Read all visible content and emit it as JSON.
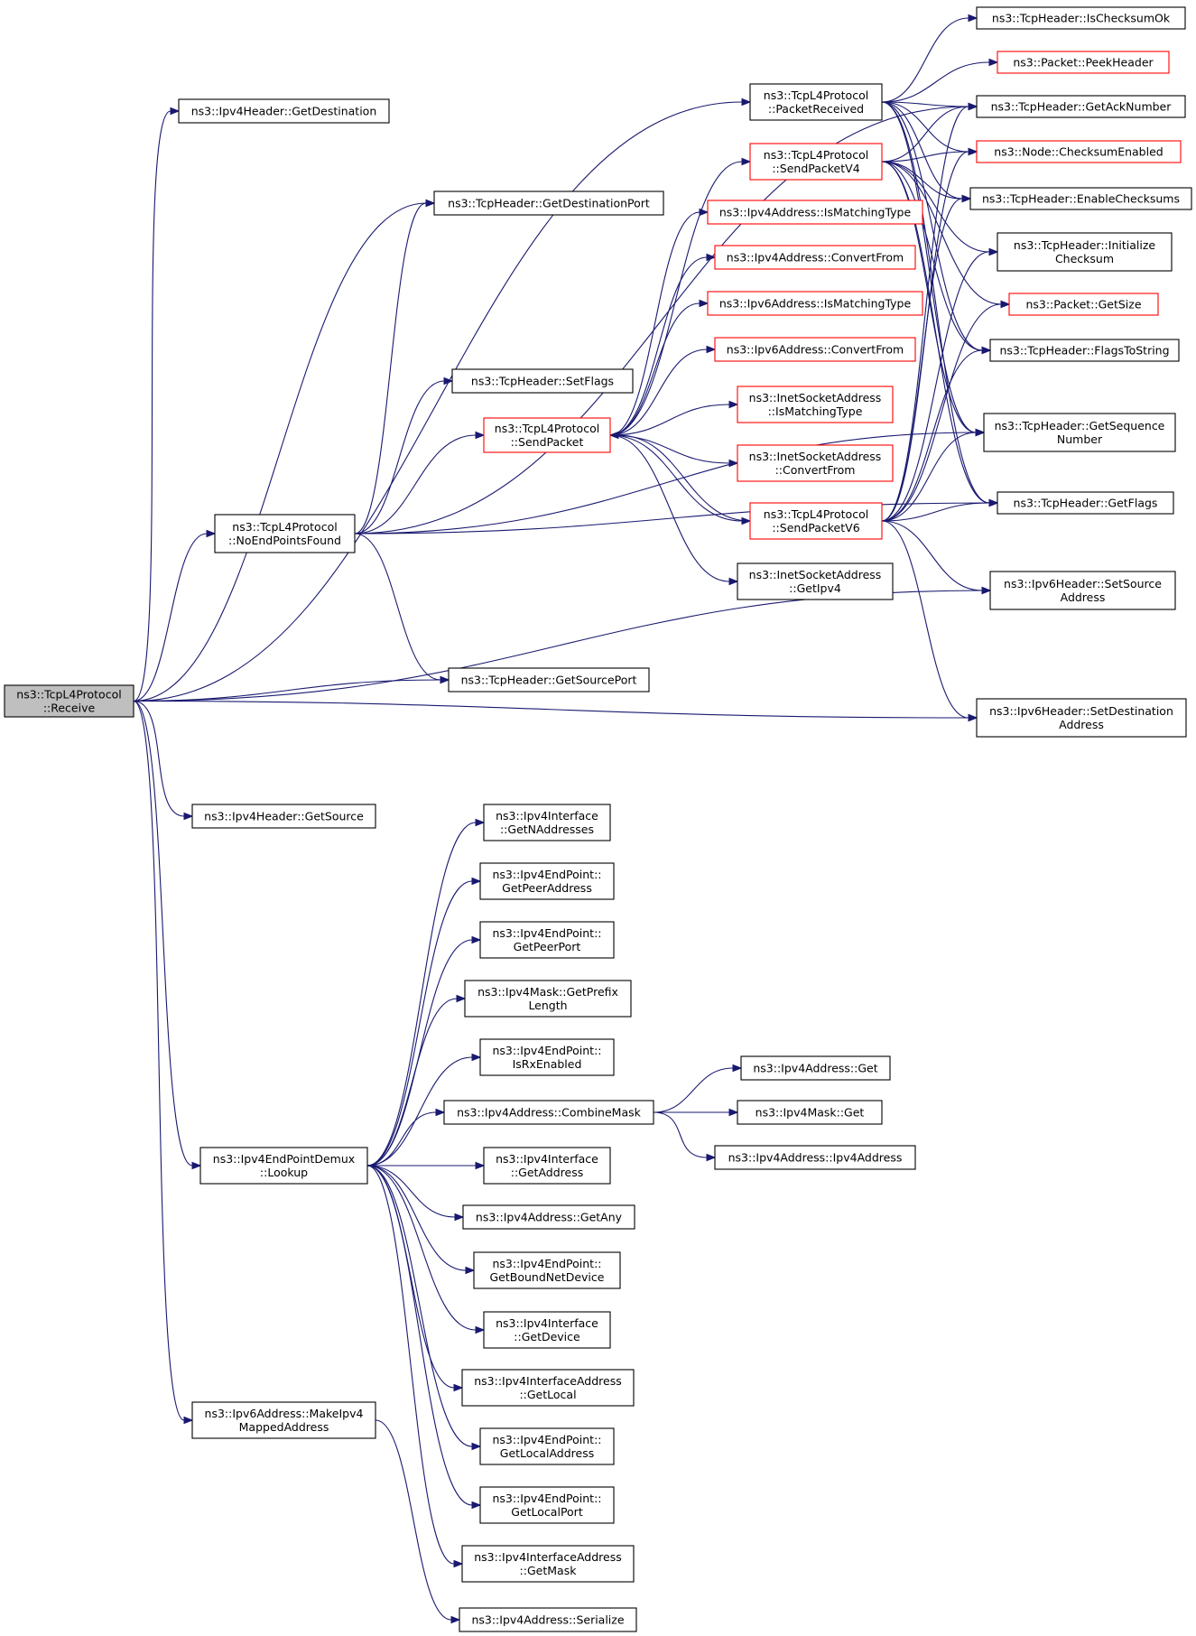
{
  "graph": {
    "title": "ns3::TcpL4Protocol::Receive call graph",
    "colors": {
      "edge": "#191970",
      "node_border": "#000000",
      "node_border_truncated": "#ff0000",
      "node_fill": "#ffffff",
      "root_fill": "#bfbfbf"
    },
    "nodes": [
      {
        "id": "receive",
        "label": [
          "ns3::TcpL4Protocol",
          "::Receive"
        ],
        "style": "root"
      },
      {
        "id": "ipv4h_getdest",
        "label": [
          "ns3::Ipv4Header::GetDestination"
        ],
        "style": "normal"
      },
      {
        "id": "tcph_getdestport",
        "label": [
          "ns3::TcpHeader::GetDestinationPort"
        ],
        "style": "normal"
      },
      {
        "id": "tcph_setflags",
        "label": [
          "ns3::TcpHeader::SetFlags"
        ],
        "style": "normal"
      },
      {
        "id": "noendpointsfound",
        "label": [
          "ns3::TcpL4Protocol",
          "::NoEndPointsFound"
        ],
        "style": "normal"
      },
      {
        "id": "tcph_getsrcport",
        "label": [
          "ns3::TcpHeader::GetSourcePort"
        ],
        "style": "normal"
      },
      {
        "id": "ipv4h_getsource",
        "label": [
          "ns3::Ipv4Header::GetSource"
        ],
        "style": "normal"
      },
      {
        "id": "lookup",
        "label": [
          "ns3::Ipv4EndPointDemux",
          "::Lookup"
        ],
        "style": "normal"
      },
      {
        "id": "makeipv4mapped",
        "label": [
          "ns3::Ipv6Address::MakeIpv4",
          "MappedAddress"
        ],
        "style": "normal"
      },
      {
        "id": "packetreceived",
        "label": [
          "ns3::TcpL4Protocol",
          "::PacketReceived"
        ],
        "style": "normal"
      },
      {
        "id": "sendpacketv4",
        "label": [
          "ns3::TcpL4Protocol",
          "::SendPacketV4"
        ],
        "style": "truncated"
      },
      {
        "id": "ipv4a_ismatching",
        "label": [
          "ns3::Ipv4Address::IsMatchingType"
        ],
        "style": "truncated"
      },
      {
        "id": "ipv4a_convertfrom",
        "label": [
          "ns3::Ipv4Address::ConvertFrom"
        ],
        "style": "truncated"
      },
      {
        "id": "ipv6a_ismatching",
        "label": [
          "ns3::Ipv6Address::IsMatchingType"
        ],
        "style": "truncated"
      },
      {
        "id": "ipv6a_convertfrom",
        "label": [
          "ns3::Ipv6Address::ConvertFrom"
        ],
        "style": "truncated"
      },
      {
        "id": "sendpacket",
        "label": [
          "ns3::TcpL4Protocol",
          "::SendPacket"
        ],
        "style": "truncated"
      },
      {
        "id": "inetsock_ismatching",
        "label": [
          "ns3::InetSocketAddress",
          "::IsMatchingType"
        ],
        "style": "truncated"
      },
      {
        "id": "inetsock_convertfrom",
        "label": [
          "ns3::InetSocketAddress",
          "::ConvertFrom"
        ],
        "style": "truncated"
      },
      {
        "id": "sendpacketv6",
        "label": [
          "ns3::TcpL4Protocol",
          "::SendPacketV6"
        ],
        "style": "truncated"
      },
      {
        "id": "inetsock_getipv4",
        "label": [
          "ns3::InetSocketAddress",
          "::GetIpv4"
        ],
        "style": "normal"
      },
      {
        "id": "tcph_ischecksumok",
        "label": [
          "ns3::TcpHeader::IsChecksumOk"
        ],
        "style": "normal"
      },
      {
        "id": "packet_peekheader",
        "label": [
          "ns3::Packet::PeekHeader"
        ],
        "style": "truncated"
      },
      {
        "id": "tcph_getacknumber",
        "label": [
          "ns3::TcpHeader::GetAckNumber"
        ],
        "style": "normal"
      },
      {
        "id": "node_checksumenabled",
        "label": [
          "ns3::Node::ChecksumEnabled"
        ],
        "style": "truncated"
      },
      {
        "id": "tcph_enablechecksums",
        "label": [
          "ns3::TcpHeader::EnableChecksums"
        ],
        "style": "normal"
      },
      {
        "id": "tcph_initchecksum",
        "label": [
          "ns3::TcpHeader::Initialize",
          "Checksum"
        ],
        "style": "normal"
      },
      {
        "id": "packet_getsize",
        "label": [
          "ns3::Packet::GetSize"
        ],
        "style": "truncated"
      },
      {
        "id": "tcph_flagstostring",
        "label": [
          "ns3::TcpHeader::FlagsToString"
        ],
        "style": "normal"
      },
      {
        "id": "tcph_getseqnumber",
        "label": [
          "ns3::TcpHeader::GetSequence",
          "Number"
        ],
        "style": "normal"
      },
      {
        "id": "tcph_getflags",
        "label": [
          "ns3::TcpHeader::GetFlags"
        ],
        "style": "normal"
      },
      {
        "id": "ipv6h_setsource",
        "label": [
          "ns3::Ipv6Header::SetSource",
          "Address"
        ],
        "style": "normal"
      },
      {
        "id": "ipv6h_setdest",
        "label": [
          "ns3::Ipv6Header::SetDestination",
          "Address"
        ],
        "style": "normal"
      },
      {
        "id": "ipv4if_getnaddresses",
        "label": [
          "ns3::Ipv4Interface",
          "::GetNAddresses"
        ],
        "style": "normal"
      },
      {
        "id": "ipv4ep_getpeeraddress",
        "label": [
          "ns3::Ipv4EndPoint::",
          "GetPeerAddress"
        ],
        "style": "normal"
      },
      {
        "id": "ipv4ep_getpeerport",
        "label": [
          "ns3::Ipv4EndPoint::",
          "GetPeerPort"
        ],
        "style": "normal"
      },
      {
        "id": "ipv4mask_getprefixlength",
        "label": [
          "ns3::Ipv4Mask::GetPrefix",
          "Length"
        ],
        "style": "normal"
      },
      {
        "id": "ipv4ep_isrxenabled",
        "label": [
          "ns3::Ipv4EndPoint::",
          "IsRxEnabled"
        ],
        "style": "normal"
      },
      {
        "id": "ipv4a_combinemask",
        "label": [
          "ns3::Ipv4Address::CombineMask"
        ],
        "style": "normal"
      },
      {
        "id": "ipv4if_getaddress",
        "label": [
          "ns3::Ipv4Interface",
          "::GetAddress"
        ],
        "style": "normal"
      },
      {
        "id": "ipv4a_getany",
        "label": [
          "ns3::Ipv4Address::GetAny"
        ],
        "style": "normal"
      },
      {
        "id": "ipv4ep_getboundnetdevice",
        "label": [
          "ns3::Ipv4EndPoint::",
          "GetBoundNetDevice"
        ],
        "style": "normal"
      },
      {
        "id": "ipv4if_getdevice",
        "label": [
          "ns3::Ipv4Interface",
          "::GetDevice"
        ],
        "style": "normal"
      },
      {
        "id": "ipv4ifaddr_getlocal",
        "label": [
          "ns3::Ipv4InterfaceAddress",
          "::GetLocal"
        ],
        "style": "normal"
      },
      {
        "id": "ipv4ep_getlocaladdress",
        "label": [
          "ns3::Ipv4EndPoint::",
          "GetLocalAddress"
        ],
        "style": "normal"
      },
      {
        "id": "ipv4ep_getlocalport",
        "label": [
          "ns3::Ipv4EndPoint::",
          "GetLocalPort"
        ],
        "style": "normal"
      },
      {
        "id": "ipv4ifaddr_getmask",
        "label": [
          "ns3::Ipv4InterfaceAddress",
          "::GetMask"
        ],
        "style": "normal"
      },
      {
        "id": "ipv4a_serialize",
        "label": [
          "ns3::Ipv4Address::Serialize"
        ],
        "style": "normal"
      },
      {
        "id": "ipv4a_get",
        "label": [
          "ns3::Ipv4Address::Get"
        ],
        "style": "normal"
      },
      {
        "id": "ipv4mask_get",
        "label": [
          "ns3::Ipv4Mask::Get"
        ],
        "style": "normal"
      },
      {
        "id": "ipv4a_ipv4address",
        "label": [
          "ns3::Ipv4Address::Ipv4Address"
        ],
        "style": "normal"
      }
    ],
    "edges": [
      [
        "receive",
        "ipv4h_getdest"
      ],
      [
        "receive",
        "packetreceived"
      ],
      [
        "receive",
        "tcph_getdestport"
      ],
      [
        "receive",
        "noendpointsfound"
      ],
      [
        "receive",
        "tcph_getsrcport"
      ],
      [
        "receive",
        "ipv6h_setsource"
      ],
      [
        "receive",
        "ipv6h_setdest"
      ],
      [
        "receive",
        "ipv4h_getsource"
      ],
      [
        "receive",
        "lookup"
      ],
      [
        "receive",
        "makeipv4mapped"
      ],
      [
        "noendpointsfound",
        "tcph_getdestport"
      ],
      [
        "noendpointsfound",
        "tcph_setflags"
      ],
      [
        "noendpointsfound",
        "sendpacket"
      ],
      [
        "noendpointsfound",
        "tcph_getacknumber"
      ],
      [
        "noendpointsfound",
        "tcph_getsrcport"
      ],
      [
        "noendpointsfound",
        "tcph_getseqnumber"
      ],
      [
        "noendpointsfound",
        "tcph_getflags"
      ],
      [
        "packetreceived",
        "tcph_ischecksumok"
      ],
      [
        "packetreceived",
        "packet_peekheader"
      ],
      [
        "packetreceived",
        "tcph_getacknumber"
      ],
      [
        "packetreceived",
        "node_checksumenabled"
      ],
      [
        "packetreceived",
        "tcph_enablechecksums"
      ],
      [
        "packetreceived",
        "tcph_flagstostring"
      ],
      [
        "packetreceived",
        "tcph_getseqnumber"
      ],
      [
        "packetreceived",
        "tcph_getflags"
      ],
      [
        "sendpacket",
        "sendpacketv4"
      ],
      [
        "sendpacket",
        "ipv4a_ismatching"
      ],
      [
        "sendpacket",
        "ipv4a_convertfrom"
      ],
      [
        "sendpacket",
        "ipv6a_ismatching"
      ],
      [
        "sendpacket",
        "ipv6a_convertfrom"
      ],
      [
        "sendpacket",
        "inetsock_ismatching"
      ],
      [
        "sendpacket",
        "inetsock_convertfrom"
      ],
      [
        "sendpacket",
        "sendpacketv6"
      ],
      [
        "sendpacket",
        "inetsock_getipv4"
      ],
      [
        "sendpacketv6",
        "sendpacket"
      ],
      [
        "sendpacketv4",
        "tcph_getacknumber"
      ],
      [
        "sendpacketv4",
        "node_checksumenabled"
      ],
      [
        "sendpacketv4",
        "tcph_enablechecksums"
      ],
      [
        "sendpacketv4",
        "tcph_initchecksum"
      ],
      [
        "sendpacketv4",
        "packet_getsize"
      ],
      [
        "sendpacketv4",
        "tcph_flagstostring"
      ],
      [
        "sendpacketv4",
        "tcph_getseqnumber"
      ],
      [
        "sendpacketv4",
        "tcph_getflags"
      ],
      [
        "sendpacketv6",
        "tcph_getacknumber"
      ],
      [
        "sendpacketv6",
        "node_checksumenabled"
      ],
      [
        "sendpacketv6",
        "tcph_enablechecksums"
      ],
      [
        "sendpacketv6",
        "tcph_initchecksum"
      ],
      [
        "sendpacketv6",
        "packet_getsize"
      ],
      [
        "sendpacketv6",
        "tcph_flagstostring"
      ],
      [
        "sendpacketv6",
        "tcph_getseqnumber"
      ],
      [
        "sendpacketv6",
        "tcph_getflags"
      ],
      [
        "sendpacketv6",
        "ipv6h_setsource"
      ],
      [
        "sendpacketv6",
        "ipv6h_setdest"
      ],
      [
        "lookup",
        "ipv4if_getnaddresses"
      ],
      [
        "lookup",
        "ipv4ep_getpeeraddress"
      ],
      [
        "lookup",
        "ipv4ep_getpeerport"
      ],
      [
        "lookup",
        "ipv4mask_getprefixlength"
      ],
      [
        "lookup",
        "ipv4ep_isrxenabled"
      ],
      [
        "lookup",
        "ipv4a_combinemask"
      ],
      [
        "lookup",
        "ipv4if_getaddress"
      ],
      [
        "lookup",
        "ipv4a_getany"
      ],
      [
        "lookup",
        "ipv4ep_getboundnetdevice"
      ],
      [
        "lookup",
        "ipv4if_getdevice"
      ],
      [
        "lookup",
        "ipv4ifaddr_getlocal"
      ],
      [
        "lookup",
        "ipv4ep_getlocaladdress"
      ],
      [
        "lookup",
        "ipv4ep_getlocalport"
      ],
      [
        "lookup",
        "ipv4ifaddr_getmask"
      ],
      [
        "ipv4a_combinemask",
        "ipv4a_get"
      ],
      [
        "ipv4a_combinemask",
        "ipv4mask_get"
      ],
      [
        "ipv4a_combinemask",
        "ipv4a_ipv4address"
      ],
      [
        "makeipv4mapped",
        "ipv4a_serialize"
      ]
    ]
  }
}
